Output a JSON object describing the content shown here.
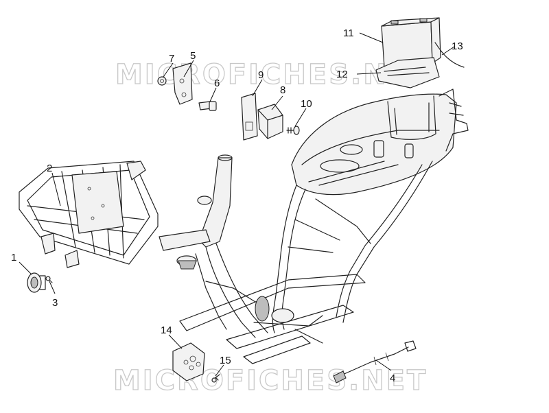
{
  "watermark": {
    "text": "MICROFICHES.NET"
  },
  "callouts": [
    {
      "id": "1",
      "label": "1"
    },
    {
      "id": "2",
      "label": "2"
    },
    {
      "id": "3",
      "label": "3"
    },
    {
      "id": "4",
      "label": "4"
    },
    {
      "id": "5",
      "label": "5"
    },
    {
      "id": "6",
      "label": "6"
    },
    {
      "id": "7",
      "label": "7"
    },
    {
      "id": "8",
      "label": "8"
    },
    {
      "id": "9",
      "label": "9"
    },
    {
      "id": "10",
      "label": "10"
    },
    {
      "id": "11",
      "label": "11"
    },
    {
      "id": "12",
      "label": "12"
    },
    {
      "id": "13",
      "label": "13"
    },
    {
      "id": "14",
      "label": "14"
    },
    {
      "id": "15",
      "label": "15"
    }
  ]
}
